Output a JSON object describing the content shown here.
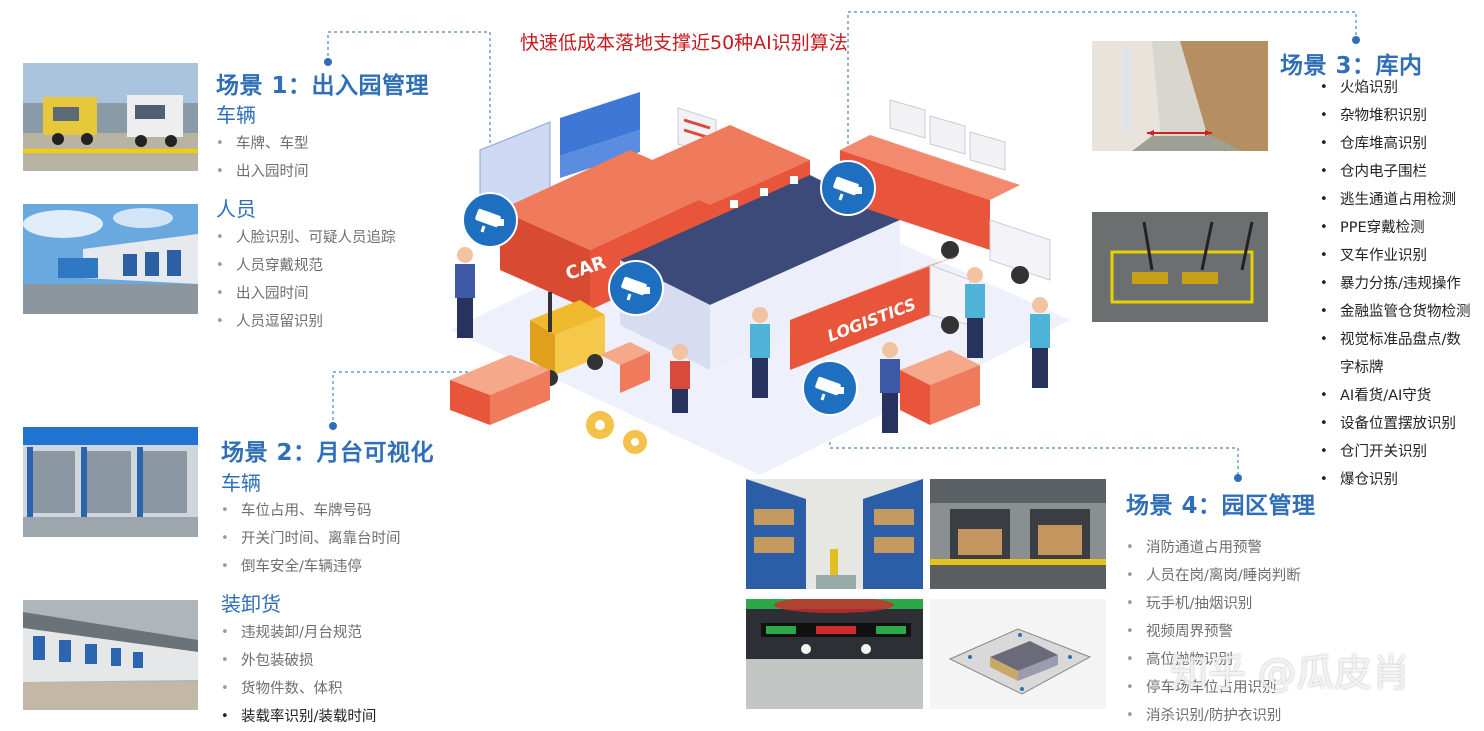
{
  "header": {
    "title": "快速低成本落地支撑近50种AI识别算法"
  },
  "scene1": {
    "title": "场景 1：出入园管理",
    "vehicle_heading": "车辆",
    "vehicle_items": [
      "车牌、车型",
      "出入园时间"
    ],
    "person_heading": "人员",
    "person_items": [
      "人脸识别、可疑人员追踪",
      "人员穿戴规范",
      "出入园时间",
      "人员逗留识别"
    ]
  },
  "scene2": {
    "title": "场景 2：月台可视化",
    "vehicle_heading": "车辆",
    "vehicle_items": [
      "车位占用、车牌号码",
      "开关门时间、离靠台时间",
      "倒车安全/车辆违停"
    ],
    "cargo_heading": "装卸货",
    "cargo_items": [
      "违规装卸/月台规范",
      "外包装破损",
      "货物件数、体积",
      "装载率识别/装载时间"
    ]
  },
  "scene3": {
    "title": "场景 3：库内",
    "items": [
      "火焰识别",
      "杂物堆积识别",
      "仓库堆高识别",
      "仓内电子围栏",
      "逃生通道占用检测",
      "PPE穿戴检测",
      "叉车作业识别",
      "暴力分拣/违规操作",
      "金融监管仓货物检测",
      "视觉标准品盘点/数",
      "字标牌",
      "AI看货/AI守货",
      "设备位置摆放识别",
      "仓门开关识别",
      "爆仓识别"
    ]
  },
  "scene4": {
    "title": "场景 4：园区管理",
    "items": [
      "消防通道占用预警",
      "人员在岗/离岗/睡岗判断",
      "玩手机/抽烟识别",
      "视频周界预警",
      "高位抛物识别",
      "停车场车位占用识别",
      "消杀识别/防护衣识别"
    ]
  },
  "illustration": {
    "container_text": "CAR",
    "truck_text": "LOGISTICS"
  },
  "watermark": "知乎 @瓜皮肖",
  "colors": {
    "accent_blue": "#2f6fb7",
    "title_red": "#c8191e",
    "container_orange": "#e8553b",
    "camera_blue": "#1f6fc0"
  },
  "icons": [
    "camera-icon",
    "bullet-icon"
  ]
}
